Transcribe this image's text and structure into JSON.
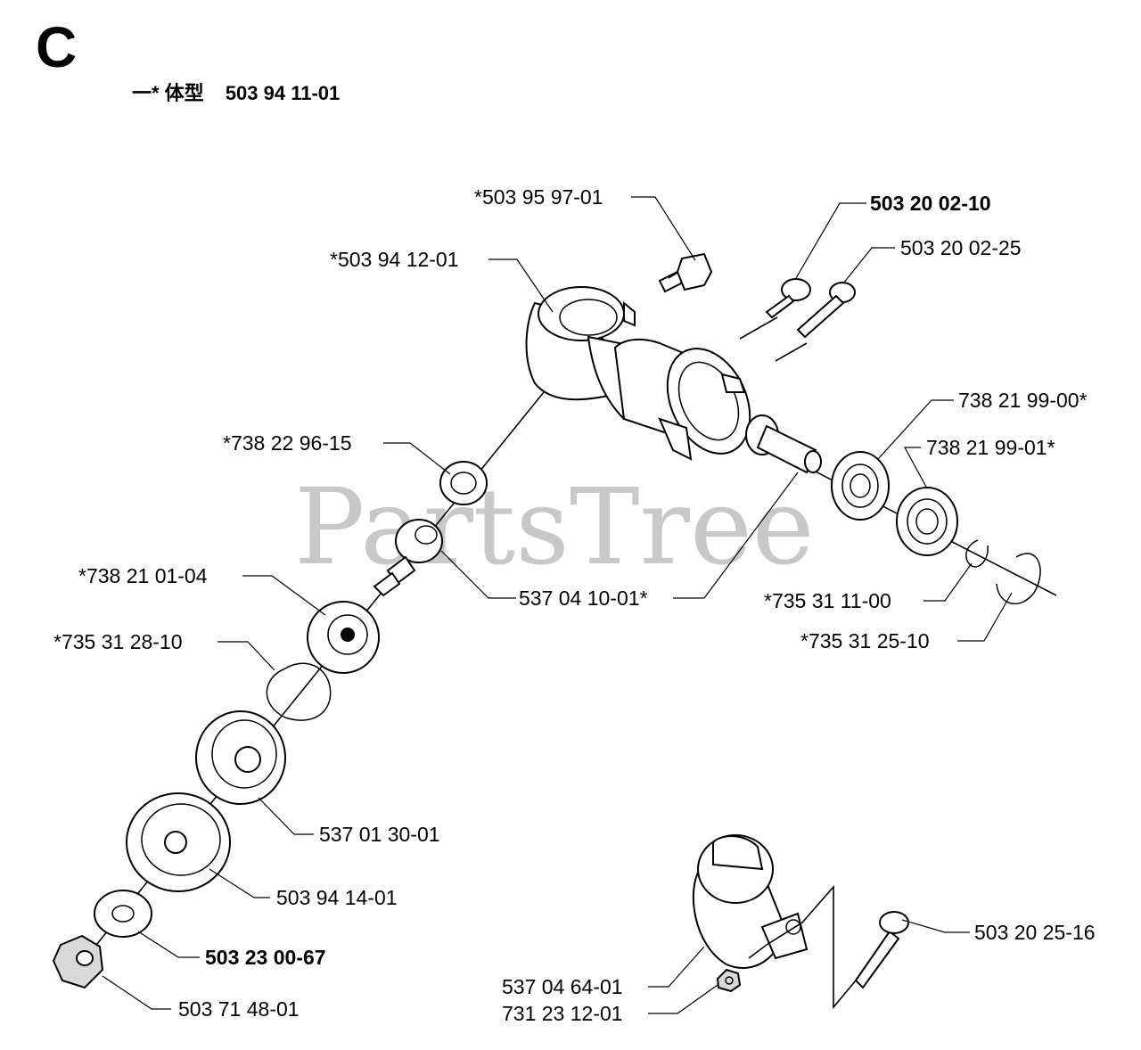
{
  "section_letter": "C",
  "assembly": {
    "prefix": "一* 体型",
    "number": "503 94 11-01"
  },
  "watermark": "PartsTree",
  "labels": {
    "p503959701": "*503 95 97-01",
    "p503200210": "503 20 02-10",
    "p503941201": "*503 94 12-01",
    "p503200225": "503 20 02-25",
    "p738219900": "738 21 99-00*",
    "p738219901": "738 21 99-01*",
    "p738229615": "*738 22 96-15",
    "p738210104": "*738 21 01-04",
    "p537041001": "537 04 10-01*",
    "p735311100": "*735 31 11-00",
    "p735312810": "*735 31 28-10",
    "p735312510": "*735 31 25-10",
    "p537013001": "537 01 30-01",
    "p503941401": "503 94 14-01",
    "p503230067": "503 23 00-67",
    "p503714801": "503 71 48-01",
    "p503202516": "503 20 25-16",
    "p537046401": "537 04 64-01",
    "p731231201": "731 23 12-01"
  }
}
